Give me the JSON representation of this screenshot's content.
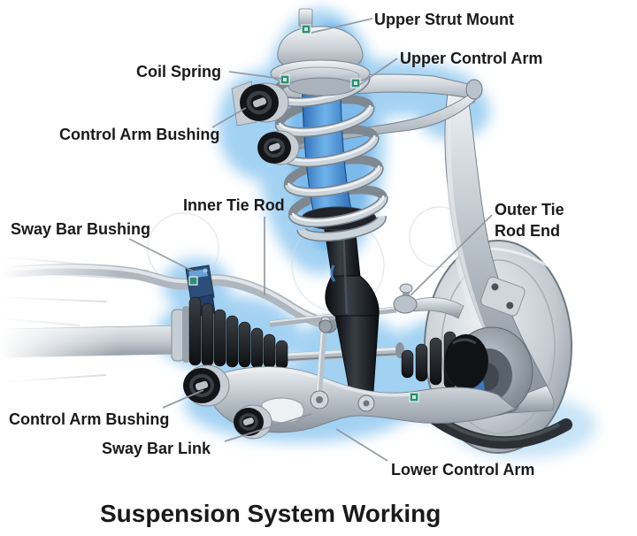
{
  "title": "Suspension System Working",
  "labels": {
    "upper_strut_mount": "Upper Strut Mount",
    "upper_control_arm": "Upper Control Arm",
    "coil_spring": "Coil Spring",
    "control_arm_bushing_top": "Control Arm Bushing",
    "inner_tie_rod": "Inner Tie Rod",
    "outer_tie_rod_end_line1": "Outer Tie",
    "outer_tie_rod_end_line2": "Rod End",
    "sway_bar_bushing": "Sway Bar Bushing",
    "control_arm_bushing_bottom": "Control Arm Bushing",
    "sway_bar_link": "Sway Bar Link",
    "lower_control_arm": "Lower Control Arm"
  },
  "colors": {
    "background": "#ffffff",
    "label_text": "#1a1a1a",
    "leader_line": "#8e959e",
    "glow_blue": "#8cc6ef",
    "strut_blue": "#4a90d8",
    "metal_silver": "#c5ccd3",
    "rubber_black": "#16181d",
    "marker_teal": "#2f8d78"
  }
}
